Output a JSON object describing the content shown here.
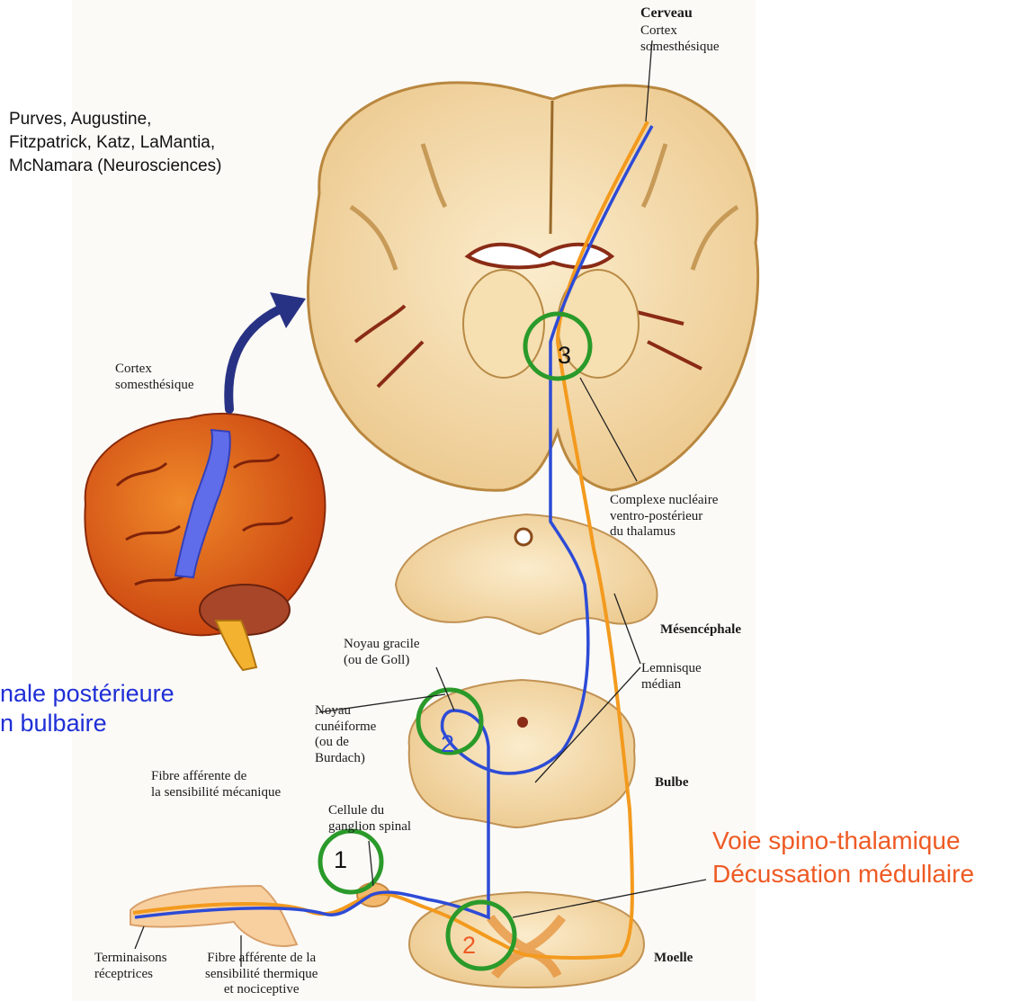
{
  "credit": {
    "lines": [
      "Purves, Augustine,",
      "Fitzpatrick, Katz, LaMantia,",
      "McNamara (Neurosciences)"
    ]
  },
  "labels": {
    "cerveau": "Cerveau",
    "cortex_somesthesique_top": [
      "Cortex",
      "somesthésique"
    ],
    "cortex_somesthesique_brain": [
      "Cortex",
      "somesthésique"
    ],
    "complexe": [
      "Complexe nucléaire",
      "ventro-postérieur",
      "du thalamus"
    ],
    "mesencephale": "Mésencéphale",
    "lemnisque": [
      "Lemnisque",
      "médian"
    ],
    "noyau_gracile": [
      "Noyau gracile",
      "(ou de Goll)"
    ],
    "noyau_cuneiforme": [
      "Noyau",
      "cunéiforme",
      "(ou de",
      "Burdach)"
    ],
    "bulbe": "Bulbe",
    "fibre_mecanique": [
      "Fibre afférente de",
      "la sensibilité mécanique"
    ],
    "cellule": [
      "Cellule du",
      "ganglion spinal"
    ],
    "terminaisons": [
      "Terminaisons",
      "réceptrices"
    ],
    "fibre_thermique": [
      "Fibre afférente de la",
      "sensibilité thermique",
      "et nociceptive"
    ],
    "moelle": "Moelle"
  },
  "captions": {
    "blue": [
      "nale postérieure",
      "n bulbaire"
    ],
    "orange": [
      "Voie spino-thalamique",
      "Décussation médullaire"
    ]
  },
  "markers": {
    "relay_1": "1",
    "relay_2_bulbe": "2",
    "relay_2_moelle": "2",
    "relay_3": "3"
  },
  "colors": {
    "blue_pathway": "#2d4bd6",
    "orange_pathway": "#f39a1e",
    "circle": "#2a9a2a",
    "blue_caption": "#1f2fd6",
    "orange_caption": "#ee5a24",
    "tissue": "#f1d6a2"
  }
}
